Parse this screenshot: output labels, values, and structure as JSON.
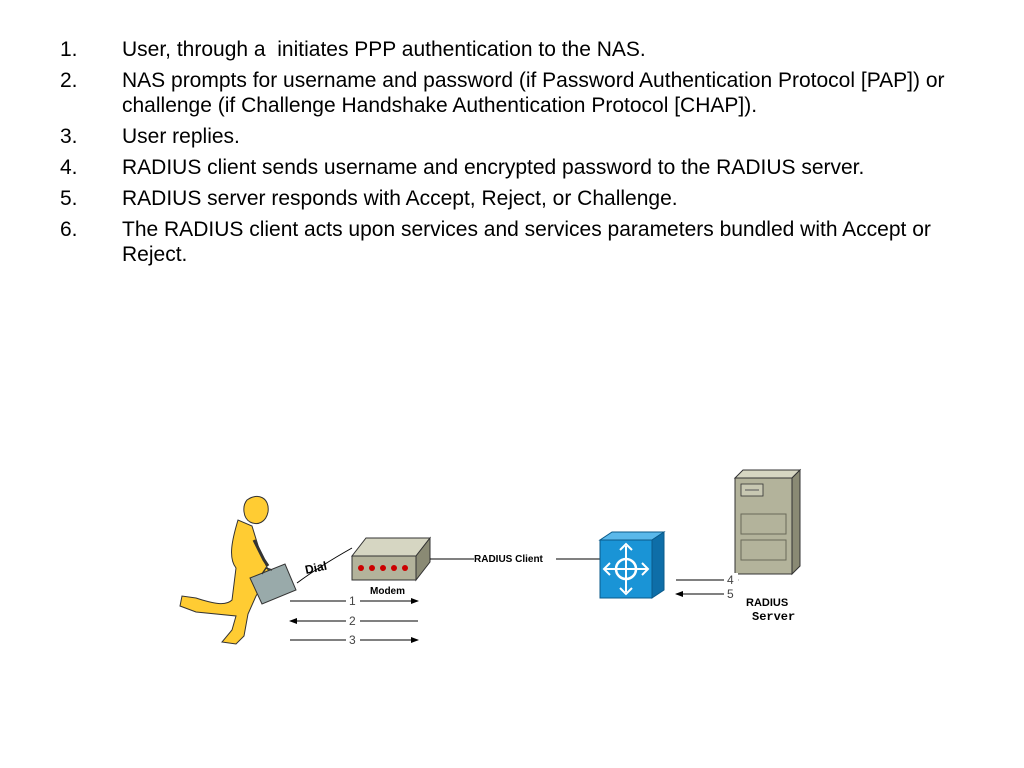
{
  "steps": [
    {
      "num": "1.",
      "text": "User, through a  initiates PPP authentication to the NAS."
    },
    {
      "num": "2.",
      "text": "NAS prompts for username and password (if Password Authentication Protocol [PAP]) or challenge (if Challenge Handshake Authentication Protocol [CHAP])."
    },
    {
      "num": "3.",
      "text": "User replies."
    },
    {
      "num": "4.",
      "text": "RADIUS client sends username and encrypted password to the RADIUS server."
    },
    {
      "num": "5.",
      "text": "RADIUS server responds with Accept, Reject, or Challenge."
    },
    {
      "num": "6.",
      "text": "The RADIUS client acts upon services and services parameters bundled with Accept or Reject."
    }
  ],
  "diagram": {
    "dial_label": "Dial",
    "modem_label": "Modem",
    "radius_client_label": "RADIUS Client",
    "server_label_line1": "RADIUS",
    "server_label_line2": "Server",
    "arrows": [
      "1",
      "2",
      "3",
      "4",
      "5"
    ]
  },
  "colors": {
    "user_figure": "#ffcc33",
    "briefcase": "#99aaaa",
    "modem": "#b3b39b",
    "modem_leds": "#cc0000",
    "router": "#1a94d6",
    "server": "#b3b39b"
  },
  "icons": [
    "user-figure-icon",
    "modem-icon",
    "router-icon",
    "server-icon"
  ]
}
